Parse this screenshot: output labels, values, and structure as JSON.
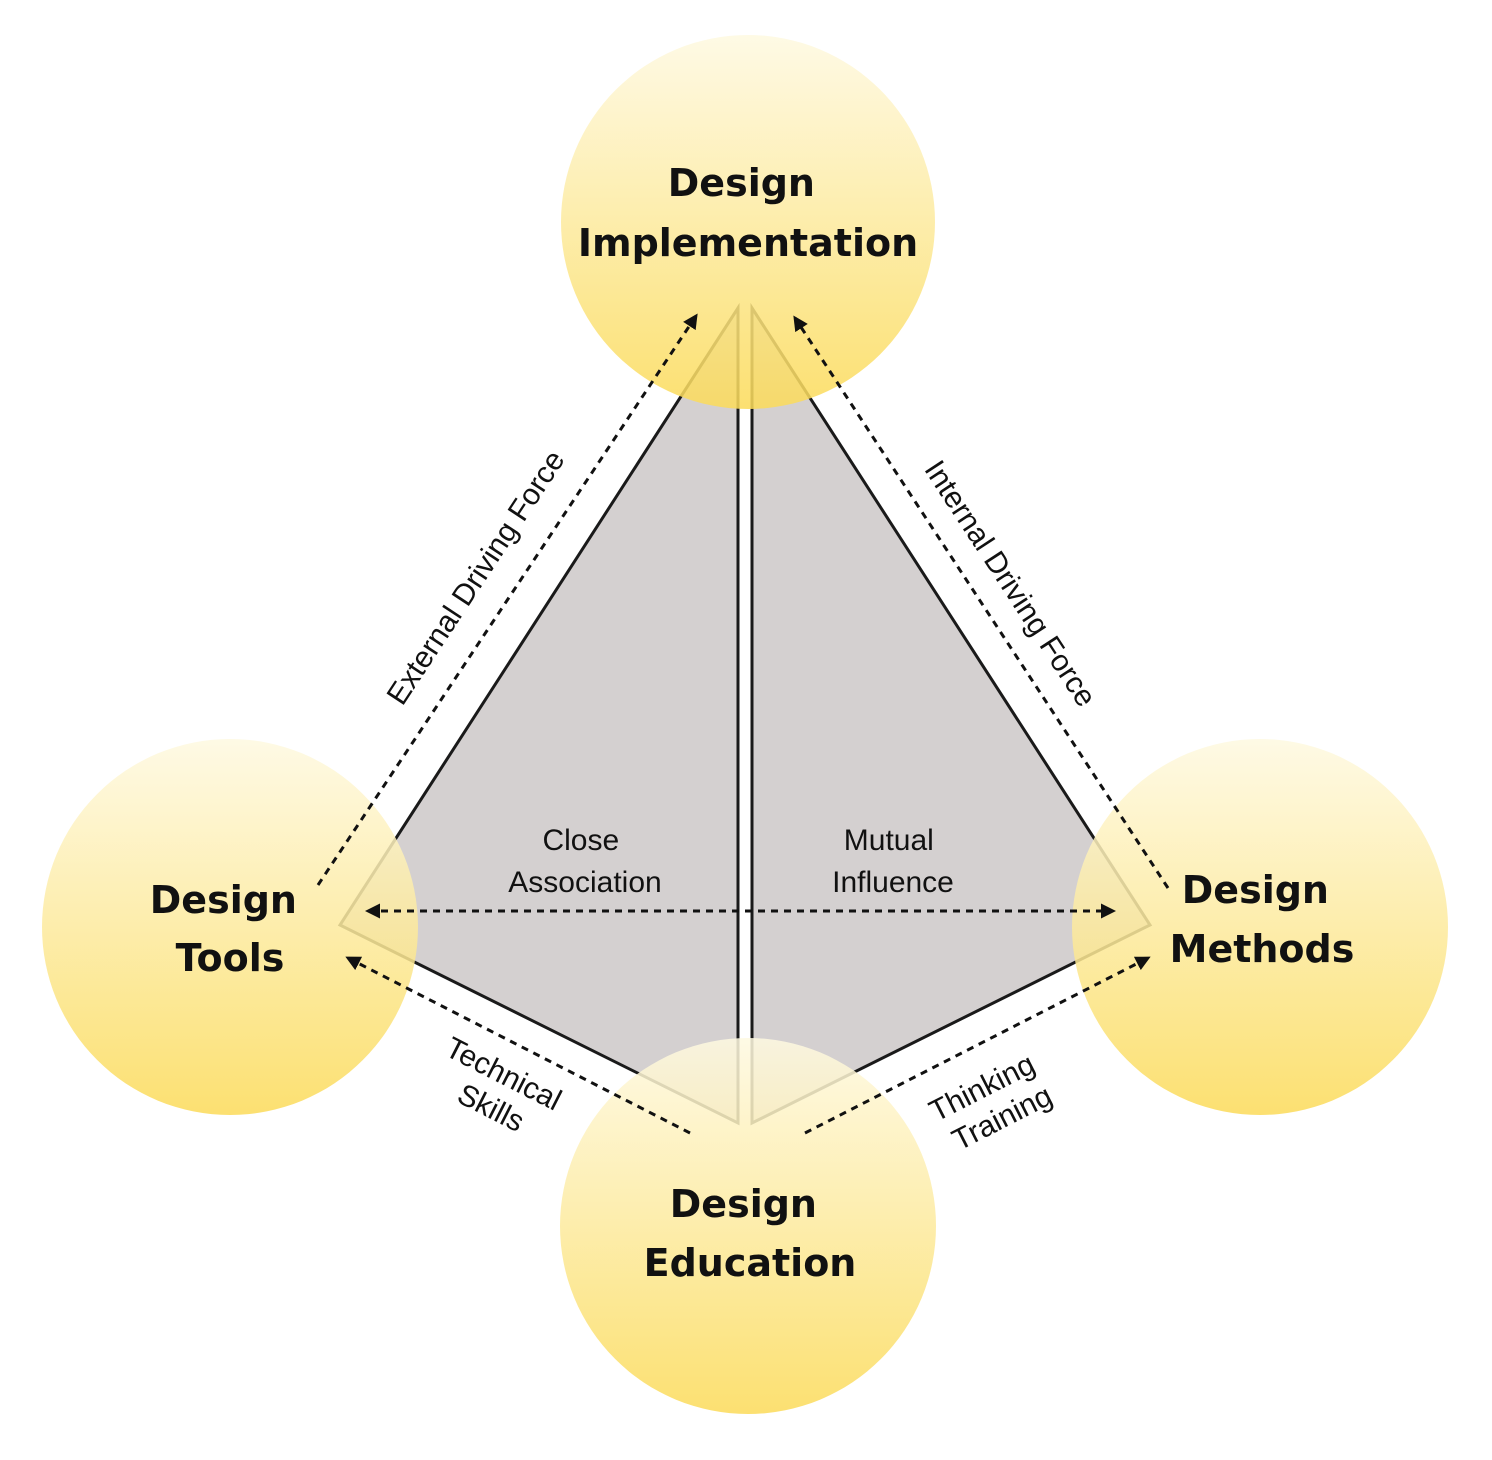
{
  "colors": {
    "node_top": "#fef9e1",
    "node_bottom": "#fbdb5a",
    "facet_fill": "#d4d0d0",
    "facet_stroke": "#1a1a1a",
    "arrow": "#111111",
    "text": "#111111"
  },
  "nodes": {
    "implementation": {
      "line1": "Design",
      "line2": "Implementation"
    },
    "tools": {
      "line1": "Design",
      "line2": "Tools"
    },
    "methods": {
      "line1": "Design",
      "line2": "Methods"
    },
    "education": {
      "line1": "Design",
      "line2": "Education"
    }
  },
  "edges": {
    "external": {
      "label": "External Driving Force"
    },
    "internal": {
      "label": "Internal Driving Force"
    },
    "technical": {
      "line1": "Technical",
      "line2": "Skills"
    },
    "thinking": {
      "line1": "Thinking",
      "line2": "Training"
    },
    "close": {
      "line1": "Close",
      "line2": "Association"
    },
    "mutual": {
      "line1": "Mutual",
      "line2": "Influence"
    }
  }
}
